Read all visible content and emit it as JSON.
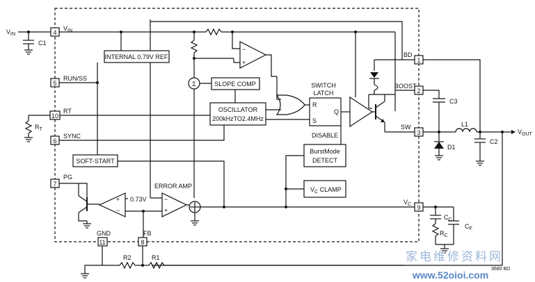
{
  "pins": {
    "vin": {
      "num": "4",
      "name": "V",
      "sub": "IN"
    },
    "run_ss": {
      "num": "5",
      "name": "RUN/SS"
    },
    "rt": {
      "num": "10",
      "name": "RT"
    },
    "sync": {
      "num": "6",
      "name": "SYNC"
    },
    "pg": {
      "num": "7",
      "name": "PG"
    },
    "gnd": {
      "num": "11",
      "name": "GND"
    },
    "fb": {
      "num": "8",
      "name": "FB"
    },
    "bd": {
      "num": "1",
      "name": "BD"
    },
    "boost": {
      "num": "2",
      "name": "BOOST"
    },
    "sw": {
      "num": "3",
      "name": "SW"
    },
    "vc": {
      "num": "9",
      "name": "V",
      "sub": "C"
    }
  },
  "blocks": {
    "ref": "INTERNAL 0.79V REF",
    "slope": "SLOPE COMP",
    "osc_line1": "OSCILLATOR",
    "osc_line2": "200kHzTO2.4MHz",
    "latch_title1": "SWITCH",
    "latch_title2": "LATCH",
    "latch_r": "R",
    "latch_s": "S",
    "latch_q": "Q",
    "disable": "DISABLE",
    "burst1": "BurstMode",
    "burst2": "DETECT",
    "clamp_v": "V",
    "clamp_sub": "C",
    "clamp_rest": " CLAMP",
    "softstart": "SOFT-START",
    "erroramp": "ERROR AMP",
    "sigma": "Σ"
  },
  "labels": {
    "vin_ext": "V",
    "vin_ext_sub": "IN",
    "c1": "C1",
    "rt_ext": "R",
    "rt_ext_sub": "T",
    "c3": "C3",
    "l1": "L1",
    "d1": "D1",
    "c2": "C2",
    "vout": "V",
    "vout_sub": "OUT",
    "cc": "C",
    "cc_sub": "C",
    "cf": "C",
    "cf_sub": "F",
    "rc": "R",
    "rc_sub": "C",
    "r1": "R1",
    "r2": "R2",
    "v073": "0.73V",
    "code": "3680 BD"
  },
  "watermark": {
    "chinese": "家电维修资料网",
    "url": "www.52oioi.com"
  }
}
